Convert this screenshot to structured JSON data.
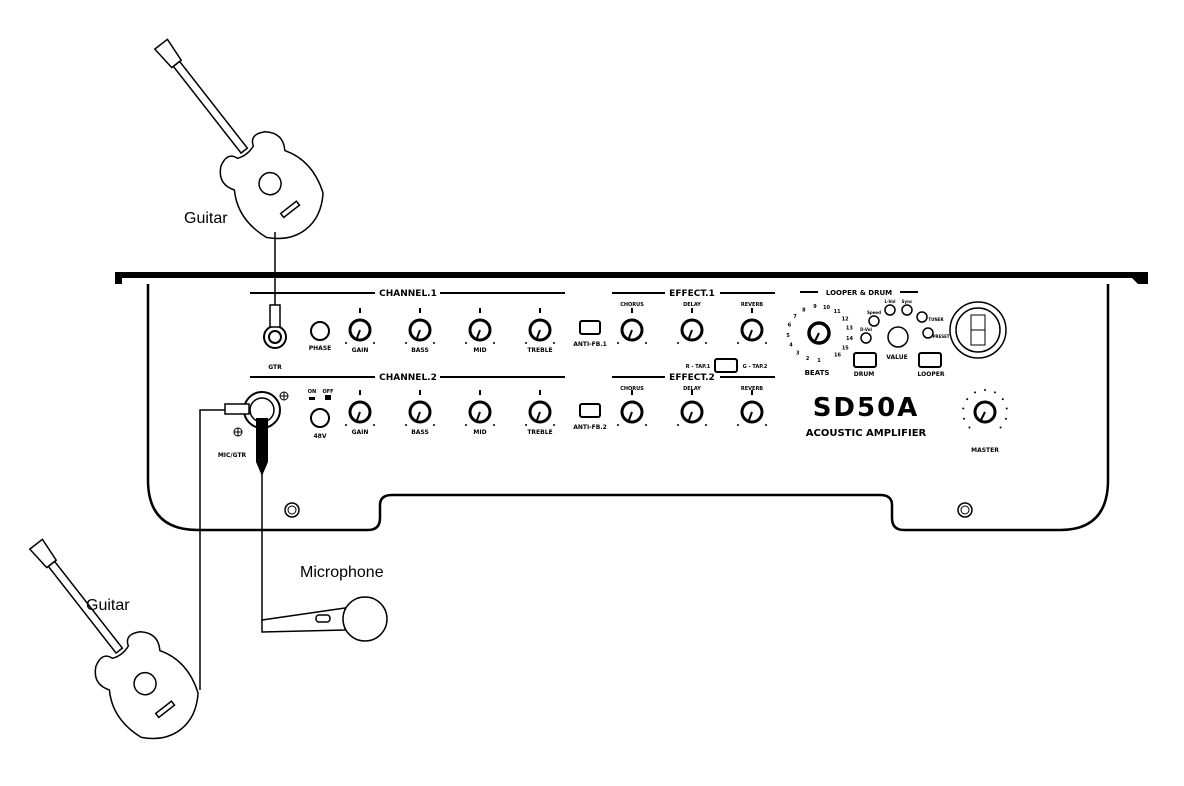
{
  "captions": {
    "guitar_top": "Guitar",
    "guitar_bottom": "Guitar",
    "microphone": "Microphone"
  },
  "panel": {
    "channel1": "CHANNEL.1",
    "channel2": "CHANNEL.2",
    "effect1": "EFFECT.1",
    "effect2": "EFFECT.2",
    "looper_drum": "LOOPER & DRUM",
    "gtr": "GTR",
    "phase": "PHASE",
    "mic_gtr": "MIC/GTR",
    "on": "ON",
    "off": "OFF",
    "v48": "48V",
    "anti_fb1": "ANTI-FB.1",
    "anti_fb2": "ANTI-FB.2",
    "tap1": "R - TAP.1",
    "tap2": "G - TAP.2",
    "channel_knobs": [
      "GAIN",
      "BASS",
      "MID",
      "TREBLE"
    ],
    "effect_knobs": [
      "CHORUS",
      "DELAY",
      "REVERB"
    ],
    "beats": "BEATS",
    "beat_numbers": [
      "1",
      "2",
      "3",
      "4",
      "5",
      "6",
      "7",
      "8",
      "9",
      "10",
      "11",
      "12",
      "13",
      "14",
      "15",
      "16"
    ],
    "speed": "Speed",
    "lvol": "L-Vol",
    "sync": "Sync",
    "dvol": "D-Vol",
    "value": "VALUE",
    "tuner": "TUNER",
    "preset": "PRESET",
    "drum": "DRUM",
    "looper": "LOOPER",
    "model": "SD50A",
    "subtitle": "ACOUSTIC AMPLIFIER",
    "master": "MASTER"
  }
}
